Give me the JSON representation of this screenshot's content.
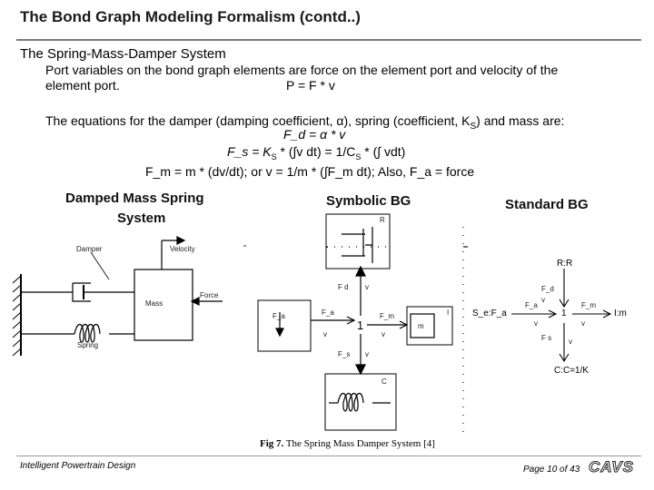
{
  "slide": {
    "title": "The Bond Graph Modeling Formalism (contd..)",
    "subtitle": "The Spring-Mass-Damper System",
    "para1_line1": "Port variables on the bond graph elements are force on the element port and velocity of the",
    "para1_line2_a": "element port.",
    "para1_line2_b": "P = F * v",
    "para2_a": "The equations for the damper (damping coefficient, α), spring (coefficient, K",
    "para2_sub": "S",
    "para2_b": ") and mass are:",
    "eq1": "F_d = α * v",
    "eq2_a": "F_s = K",
    "eq2_sub1": "S",
    "eq2_b": " * (∫v dt) = 1/C",
    "eq2_sub2": "S",
    "eq2_c": " * (∫ vdt)",
    "eq3": "F_m = m * (dv/dt); or v = 1/m * (∫F_m dt); Also, F_a = force"
  },
  "figure": {
    "heading_left_1": "Damped Mass Spring",
    "heading_left_2": "System",
    "heading_mid": "Symbolic BG",
    "heading_right": "Standard BG",
    "mech": {
      "damper": "Damper",
      "velocity": "Velocity",
      "force": "Force",
      "mass": "Mass",
      "spring": "Spring"
    },
    "symbolic": {
      "R": "R",
      "Fd": "F d",
      "v_top": "v",
      "Fa_box": "F_a",
      "Fa_bond": "F_a",
      "one": "1",
      "Fm": "F_m",
      "v_left": "v",
      "v_right": "v",
      "I": "I",
      "m": "m",
      "Fs": "F_s",
      "v_bottom": "v",
      "C": "C"
    },
    "standard": {
      "RR": "R:R",
      "Fd": "F_d",
      "v_top": "v",
      "Se": "S_e:F_a",
      "Fa": "F_a",
      "v_left": "v",
      "one": "1",
      "Fm": "F_m",
      "v_right": "v",
      "Im": "I:m",
      "Fs": "F s",
      "v_bottom": "v",
      "CC": "C:C=1/K"
    }
  },
  "caption_bold": "Fig 7.",
  "caption_rest": " The Spring Mass Damper System [4]",
  "footer": {
    "left": "Intelligent Powertrain Design",
    "page": "Page 10 of 43",
    "logo": "CAVS"
  }
}
